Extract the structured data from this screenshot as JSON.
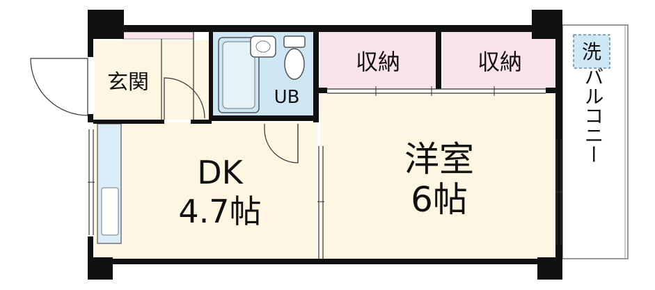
{
  "rooms": {
    "genkan": "玄関",
    "ub": "UB",
    "storage_1": "収納",
    "storage_2": "収納",
    "dk_name": "DK",
    "dk_size": "4.7帖",
    "yoshitsu_name": "洋室",
    "yoshitsu_size": "6帖",
    "balcony": "バルコニー",
    "washer": "洗"
  },
  "colors": {
    "wall": "#111111",
    "floor": "#fdf6e3",
    "storage": "#fbe3ea",
    "bath": "#cfe7f4",
    "kitchen": "#d9ecf7"
  }
}
